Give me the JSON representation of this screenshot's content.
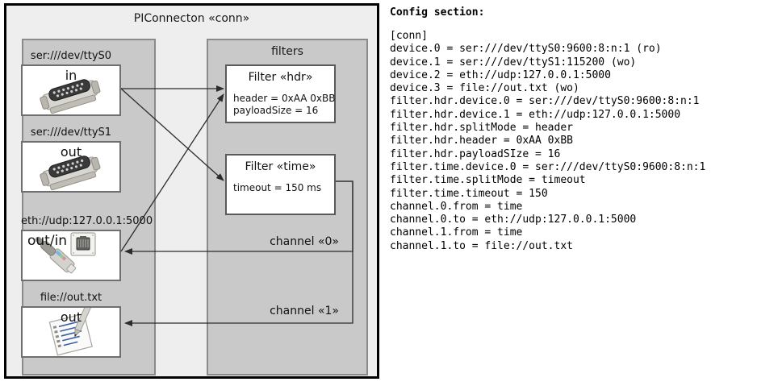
{
  "diagram": {
    "outer": {
      "title": "PIConnecton «conn»"
    },
    "panels": {
      "devices_title": "",
      "filters_title": "filters"
    },
    "devices": [
      {
        "label": "ser:///dev/ttyS0",
        "direction": "in",
        "icon": "serial-port-icon",
        "align": "center"
      },
      {
        "label": "ser:///dev/ttyS1",
        "direction": "out",
        "icon": "serial-port-icon",
        "align": "center"
      },
      {
        "label": "eth://udp:127.0.0.1:5000",
        "direction": "out/in",
        "icon": "ethernet-plug-icon",
        "align": "left"
      },
      {
        "label": "file://out.txt",
        "direction": "out",
        "icon": "text-file-icon",
        "align": "center"
      }
    ],
    "filters": [
      {
        "title": "Filter «hdr»",
        "attrs": [
          "header = 0xAA 0xBB",
          "payloadSize = 16"
        ]
      },
      {
        "title": "Filter «time»",
        "attrs": [
          "timeout = 150 ms"
        ]
      }
    ],
    "channels": [
      {
        "label": "channel «0»"
      },
      {
        "label": "channel «1»"
      }
    ],
    "colors": {
      "frame_bg": "#eeeeee",
      "panel_bg": "#c9c9c9",
      "panel_border": "#8a8a8a",
      "box_bg": "#ffffff",
      "line": "#2b2b2b"
    }
  },
  "config": {
    "heading": "Config section:",
    "text": "[conn]\ndevice.0 = ser:///dev/ttyS0:9600:8:n:1 (ro)\ndevice.1 = ser:///dev/ttyS1:115200 (wo)\ndevice.2 = eth://udp:127.0.0.1:5000\ndevice.3 = file://out.txt (wo)\nfilter.hdr.device.0 = ser:///dev/ttyS0:9600:8:n:1\nfilter.hdr.device.1 = eth://udp:127.0.0.1:5000\nfilter.hdr.splitMode = header\nfilter.hdr.header = 0xAA 0xBB\nfilter.hdr.payloadSIze = 16\nfilter.time.device.0 = ser:///dev/ttyS0:9600:8:n:1\nfilter.time.splitMode = timeout\nfilter.time.timeout = 150\nchannel.0.from = time\nchannel.0.to = eth://udp:127.0.0.1:5000\nchannel.1.from = time\nchannel.1.to = file://out.txt"
  }
}
